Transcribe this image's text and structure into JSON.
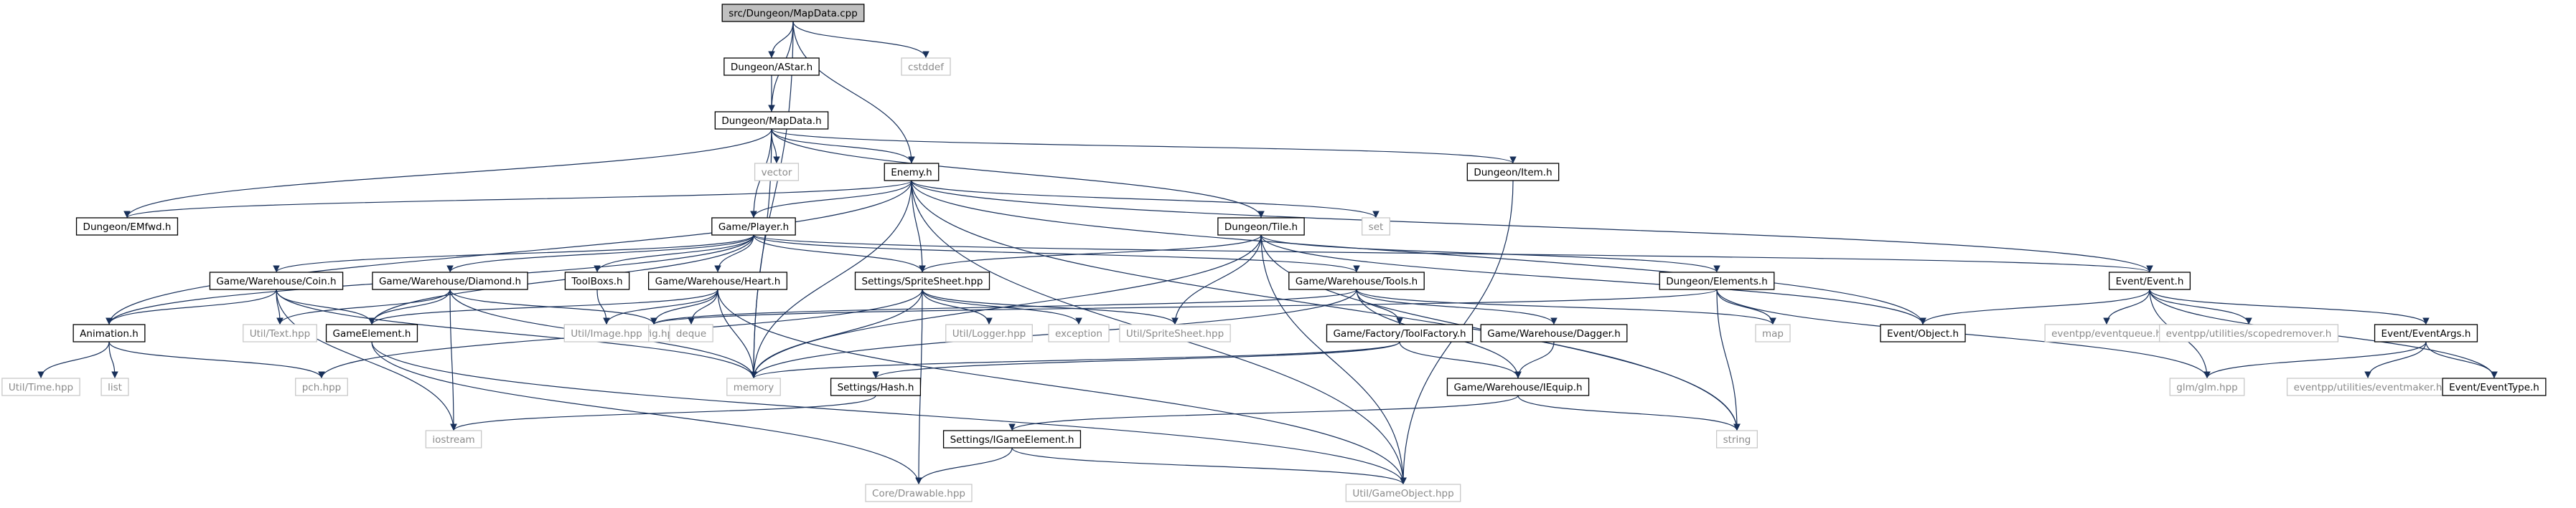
{
  "diagram": {
    "title": "",
    "nodes": [
      {
        "id": "root",
        "label": "src/Dungeon/MapData.cpp",
        "kind": "root"
      },
      {
        "id": "astar",
        "label": "Dungeon/AStar.h",
        "kind": "file"
      },
      {
        "id": "cstddef",
        "label": "cstddef",
        "kind": "external"
      },
      {
        "id": "mapdata",
        "label": "Dungeon/MapData.h",
        "kind": "file"
      },
      {
        "id": "vector",
        "label": "vector",
        "kind": "external"
      },
      {
        "id": "enemy",
        "label": "Enemy.h",
        "kind": "file"
      },
      {
        "id": "item",
        "label": "Dungeon/Item.h",
        "kind": "file"
      },
      {
        "id": "emfwd",
        "label": "Dungeon/EMfwd.h",
        "kind": "file"
      },
      {
        "id": "set",
        "label": "set",
        "kind": "external"
      },
      {
        "id": "tile",
        "label": "Dungeon/Tile.h",
        "kind": "file"
      },
      {
        "id": "player",
        "label": "Game/Player.h",
        "kind": "file"
      },
      {
        "id": "coin",
        "label": "Game/Warehouse/Coin.h",
        "kind": "file"
      },
      {
        "id": "diamond",
        "label": "Game/Warehouse/Diamond.h",
        "kind": "file"
      },
      {
        "id": "toolbox",
        "label": "ToolBoxs.h",
        "kind": "file"
      },
      {
        "id": "heart",
        "label": "Game/Warehouse/Heart.h",
        "kind": "file"
      },
      {
        "id": "spritehpp",
        "label": "Settings/SpriteSheet.hpp",
        "kind": "file"
      },
      {
        "id": "tools",
        "label": "Game/Warehouse/Tools.h",
        "kind": "file"
      },
      {
        "id": "elements",
        "label": "Dungeon/Elements.h",
        "kind": "file"
      },
      {
        "id": "event",
        "label": "Event/Event.h",
        "kind": "file"
      },
      {
        "id": "animation",
        "label": "Animation.h",
        "kind": "file"
      },
      {
        "id": "utiltext",
        "label": "Util/Text.hpp",
        "kind": "external"
      },
      {
        "id": "gameelement",
        "label": "GameElement.h",
        "kind": "file"
      },
      {
        "id": "config",
        "label": "config.hpp",
        "kind": "external"
      },
      {
        "id": "utilimage",
        "label": "Util/Image.hpp",
        "kind": "external"
      },
      {
        "id": "deque",
        "label": "deque",
        "kind": "external"
      },
      {
        "id": "utillogger",
        "label": "Util/Logger.hpp",
        "kind": "external"
      },
      {
        "id": "exception",
        "label": "exception",
        "kind": "external"
      },
      {
        "id": "utilsprite",
        "label": "Util/SpriteSheet.hpp",
        "kind": "external"
      },
      {
        "id": "toolfactory",
        "label": "Game/Factory/ToolFactory.h",
        "kind": "file"
      },
      {
        "id": "dagger",
        "label": "Game/Warehouse/Dagger.h",
        "kind": "file"
      },
      {
        "id": "map",
        "label": "map",
        "kind": "external"
      },
      {
        "id": "object",
        "label": "Event/Object.h",
        "kind": "file"
      },
      {
        "id": "eventqueue",
        "label": "eventpp/eventqueue.h",
        "kind": "external"
      },
      {
        "id": "scoped",
        "label": "eventpp/utilities/scopedremover.h",
        "kind": "external"
      },
      {
        "id": "eventargs",
        "label": "Event/EventArgs.h",
        "kind": "file"
      },
      {
        "id": "utiltime",
        "label": "Util/Time.hpp",
        "kind": "external"
      },
      {
        "id": "list",
        "label": "list",
        "kind": "external"
      },
      {
        "id": "pch",
        "label": "pch.hpp",
        "kind": "external"
      },
      {
        "id": "memory",
        "label": "memory",
        "kind": "external"
      },
      {
        "id": "hash",
        "label": "Settings/Hash.h",
        "kind": "file"
      },
      {
        "id": "iequip",
        "label": "Game/Warehouse/IEquip.h",
        "kind": "file"
      },
      {
        "id": "glm",
        "label": "glm/glm.hpp",
        "kind": "external"
      },
      {
        "id": "eventmaker",
        "label": "eventpp/utilities/eventmaker.h",
        "kind": "external"
      },
      {
        "id": "eventtype",
        "label": "Event/EventType.h",
        "kind": "file"
      },
      {
        "id": "iostream",
        "label": "iostream",
        "kind": "external"
      },
      {
        "id": "igameelement",
        "label": "Settings/IGameElement.h",
        "kind": "file"
      },
      {
        "id": "string",
        "label": "string",
        "kind": "external"
      },
      {
        "id": "drawable",
        "label": "Core/Drawable.hpp",
        "kind": "external"
      },
      {
        "id": "gameobject",
        "label": "Util/GameObject.hpp",
        "kind": "external"
      }
    ],
    "edges": [
      [
        "root",
        "astar"
      ],
      [
        "root",
        "mapdata"
      ],
      [
        "root",
        "cstddef"
      ],
      [
        "root",
        "enemy"
      ],
      [
        "root",
        "memory"
      ],
      [
        "astar",
        "mapdata"
      ],
      [
        "mapdata",
        "emfwd"
      ],
      [
        "mapdata",
        "vector"
      ],
      [
        "mapdata",
        "enemy"
      ],
      [
        "mapdata",
        "item"
      ],
      [
        "mapdata",
        "player"
      ],
      [
        "mapdata",
        "tile"
      ],
      [
        "mapdata",
        "memory"
      ],
      [
        "item",
        "gameobject"
      ],
      [
        "enemy",
        "emfwd"
      ],
      [
        "enemy",
        "set"
      ],
      [
        "enemy",
        "player"
      ],
      [
        "enemy",
        "animation"
      ],
      [
        "enemy",
        "spritehpp"
      ],
      [
        "enemy",
        "memory"
      ],
      [
        "enemy",
        "object"
      ],
      [
        "enemy",
        "event"
      ],
      [
        "enemy",
        "string"
      ],
      [
        "enemy",
        "gameobject"
      ],
      [
        "tile",
        "spritehpp"
      ],
      [
        "tile",
        "elements"
      ],
      [
        "tile",
        "object"
      ],
      [
        "tile",
        "utilsprite"
      ],
      [
        "tile",
        "memory"
      ],
      [
        "tile",
        "gameobject"
      ],
      [
        "tile",
        "string"
      ],
      [
        "player",
        "animation"
      ],
      [
        "player",
        "coin"
      ],
      [
        "player",
        "diamond"
      ],
      [
        "player",
        "toolbox"
      ],
      [
        "player",
        "heart"
      ],
      [
        "player",
        "spritehpp"
      ],
      [
        "player",
        "tools"
      ],
      [
        "player",
        "gameelement"
      ],
      [
        "player",
        "event"
      ],
      [
        "coin",
        "animation"
      ],
      [
        "coin",
        "utiltext"
      ],
      [
        "coin",
        "gameelement"
      ],
      [
        "coin",
        "memory"
      ],
      [
        "coin",
        "iostream"
      ],
      [
        "diamond",
        "utiltext"
      ],
      [
        "diamond",
        "gameelement"
      ],
      [
        "diamond",
        "config"
      ],
      [
        "diamond",
        "memory"
      ],
      [
        "diamond",
        "iostream"
      ],
      [
        "toolbox",
        "utilimage"
      ],
      [
        "heart",
        "gameelement"
      ],
      [
        "heart",
        "utilimage"
      ],
      [
        "heart",
        "config"
      ],
      [
        "heart",
        "deque"
      ],
      [
        "heart",
        "memory"
      ],
      [
        "heart",
        "gameobject"
      ],
      [
        "spritehpp",
        "utillogger"
      ],
      [
        "spritehpp",
        "exception"
      ],
      [
        "spritehpp",
        "utilsprite"
      ],
      [
        "spritehpp",
        "memory"
      ],
      [
        "spritehpp",
        "drawable"
      ],
      [
        "spritehpp",
        "pch"
      ],
      [
        "tools",
        "toolfactory"
      ],
      [
        "tools",
        "dagger"
      ],
      [
        "tools",
        "iequip"
      ],
      [
        "tools",
        "map"
      ],
      [
        "tools",
        "config"
      ],
      [
        "tools",
        "memory"
      ],
      [
        "elements",
        "config"
      ],
      [
        "elements",
        "map"
      ],
      [
        "elements",
        "string"
      ],
      [
        "elements",
        "glm"
      ],
      [
        "event",
        "object"
      ],
      [
        "event",
        "eventqueue"
      ],
      [
        "event",
        "scoped"
      ],
      [
        "event",
        "eventargs"
      ],
      [
        "event",
        "glm"
      ],
      [
        "event",
        "eventtype"
      ],
      [
        "eventargs",
        "glm"
      ],
      [
        "eventargs",
        "eventmaker"
      ],
      [
        "eventargs",
        "eventtype"
      ],
      [
        "animation",
        "utiltime"
      ],
      [
        "animation",
        "list"
      ],
      [
        "animation",
        "pch"
      ],
      [
        "gameelement",
        "gameobject"
      ],
      [
        "gameelement",
        "drawable"
      ],
      [
        "toolfactory",
        "hash"
      ],
      [
        "toolfactory",
        "iequip"
      ],
      [
        "toolfactory",
        "memory"
      ],
      [
        "dagger",
        "iequip"
      ],
      [
        "iequip",
        "igameelement"
      ],
      [
        "iequip",
        "string"
      ],
      [
        "hash",
        "iostream"
      ],
      [
        "igameelement",
        "drawable"
      ],
      [
        "igameelement",
        "gameobject"
      ]
    ]
  }
}
